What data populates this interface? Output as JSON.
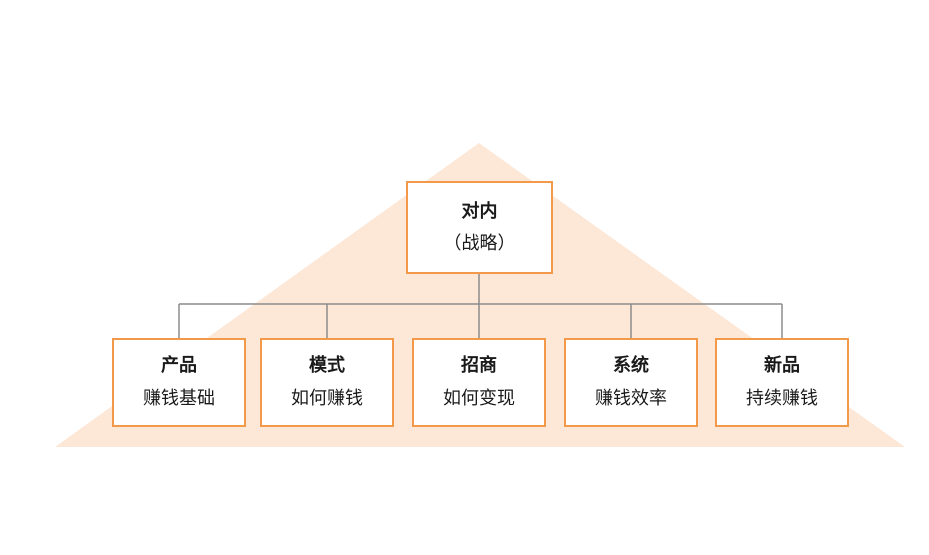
{
  "colors": {
    "background_triangle": "#fde8d8",
    "box_border": "#f29a4a",
    "connector": "#8c8c8c",
    "text": "#1a1a1a"
  },
  "root": {
    "title": "对内",
    "subtitle": "（战略）"
  },
  "children": [
    {
      "title": "产品",
      "subtitle": "赚钱基础"
    },
    {
      "title": "模式",
      "subtitle": "如何赚钱"
    },
    {
      "title": "招商",
      "subtitle": "如何变现"
    },
    {
      "title": "系统",
      "subtitle": "赚钱效率"
    },
    {
      "title": "新品",
      "subtitle": "持续赚钱"
    }
  ]
}
